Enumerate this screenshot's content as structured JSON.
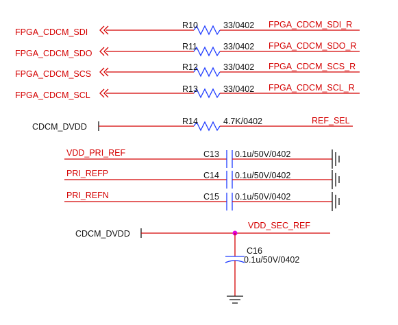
{
  "schematic": {
    "port_nets": [
      {
        "net": "FPGA_CDCM_SDI",
        "ref": "R10",
        "value": "33/0402",
        "out_net": "FPGA_CDCM_SDI_R"
      },
      {
        "net": "FPGA_CDCM_SDO",
        "ref": "R11",
        "value": "33/0402",
        "out_net": "FPGA_CDCM_SDO_R"
      },
      {
        "net": "FPGA_CDCM_SCS",
        "ref": "R12",
        "value": "33/0402",
        "out_net": "FPGA_CDCM_SCS_R"
      },
      {
        "net": "FPGA_CDCM_SCL",
        "ref": "R13",
        "value": "33/0402",
        "out_net": "FPGA_CDCM_SCL_R"
      }
    ],
    "pullup": {
      "power": "CDCM_DVDD",
      "ref": "R14",
      "value": "4.7K/0402",
      "out_net": "REF_SEL"
    },
    "decoupling": [
      {
        "net": "VDD_PRI_REF",
        "ref": "C13",
        "value": "0.1u/50V/0402"
      },
      {
        "net": "PRI_REFP",
        "ref": "C14",
        "value": "0.1u/50V/0402"
      },
      {
        "net": "PRI_REFN",
        "ref": "C15",
        "value": "0.1u/50V/0402"
      }
    ],
    "bulk": {
      "power": "CDCM_DVDD",
      "net": "VDD_SEC_REF",
      "ref": "C16",
      "value": "0.1u/50V/0402"
    }
  },
  "colors": {
    "wire": "#d40000",
    "part": "#1f3cff",
    "junction": "#e000e0",
    "text": "#111111"
  },
  "icons": [
    "offpage-connector-icon",
    "resistor-icon",
    "capacitor-icon",
    "power-port-icon",
    "ground-icon",
    "junction-icon"
  ]
}
